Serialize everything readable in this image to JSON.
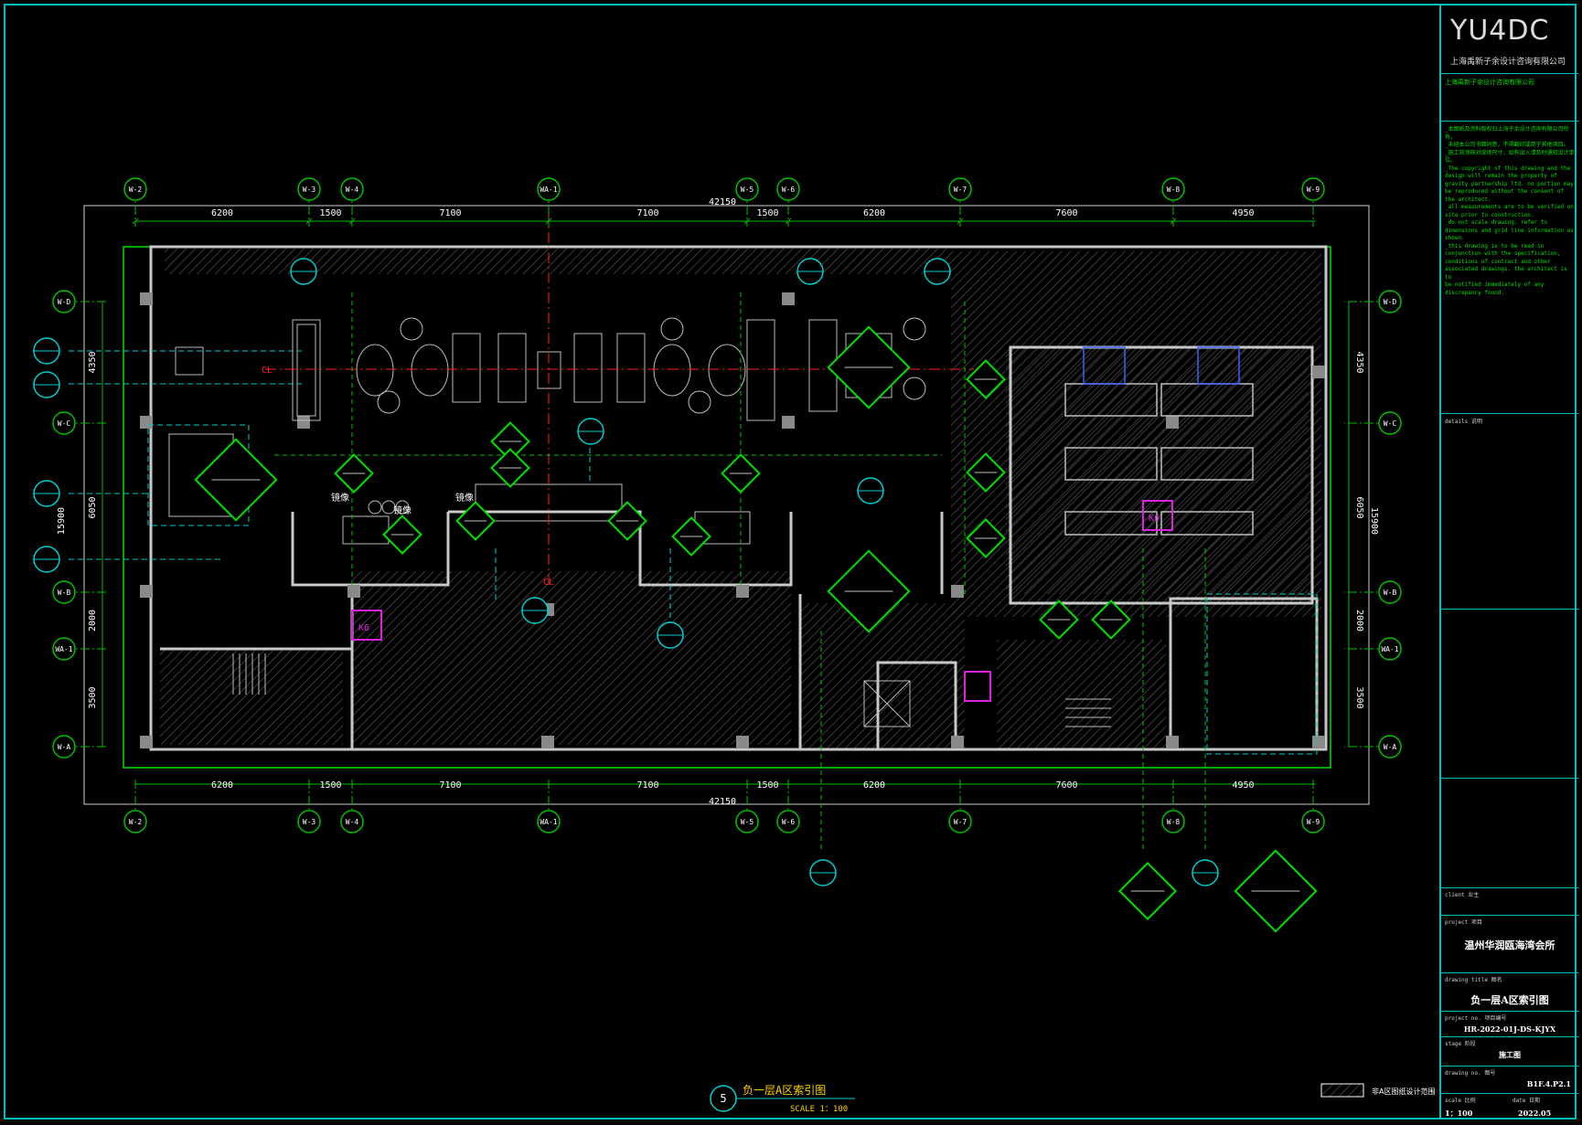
{
  "title_block": {
    "logo": "YU4DC",
    "company_en_sub": "上海禹新子余设计咨询有限公司",
    "company": "上海禹新子余设计咨询有限公司",
    "notes": [
      "_本图纸及资料版权归上海子余设计咨询有限公司所有，",
      "_未经本公司书面同意，不得翻印或用于其他项目。",
      "_施工前须核对现场尺寸，如有出入请及时通知设计单位。",
      "_The copyright of this drawing and the",
      "design will remain the property of",
      "gravity partnership ltd. no portion may",
      "be reproduced without the consent of",
      "the architect.",
      "_all measurements are to be verified on",
      "site prior to construction.",
      "_do not scale drawing. refer to",
      "dimensions and grid line information as",
      "shown.",
      "_this drawing is to be read in",
      "conjunction with the specification,",
      "conditions of contract and other",
      "associated drawings. the architect is to",
      "be notified immediately of any",
      "discrepancy found."
    ],
    "details_label": "details  说明",
    "client_label": "client  业主",
    "project_label": "project  项目",
    "project_name": "温州华润瓯海湾会所",
    "drawing_title_label": "drawing title  图名",
    "drawing_title": "负一层A区索引图",
    "project_no_label": "project no.  项目编号",
    "project_no": "HR-2022-01J-DS-KJYX",
    "stage_label": "stage  阶段",
    "stage": "施工图",
    "drawing_no_label": "drawing no.  图号",
    "drawing_no": "B1F.4.P2.1",
    "scale_label": "scale  比例",
    "scale": "1：100",
    "date_label": "date  日期",
    "date": "2022.05",
    "legend_text": "非A区图纸设计范围"
  },
  "footer": {
    "circle_num": "5",
    "title": "负一层A区索引图",
    "scale": "SCALE 1：100"
  },
  "grids_top": [
    "W-2",
    "W-3",
    "W-4",
    "WA-1",
    "W-5",
    "W-6",
    "W-7",
    "W-8",
    "W-9"
  ],
  "grids_side": [
    "W-D",
    "W-C",
    "W-B",
    "WA-1",
    "W-A"
  ],
  "dims_top": [
    "6200",
    "1500",
    "7100",
    "7100",
    "1500",
    "6200",
    "7600",
    "4950"
  ],
  "dim_total": "42150",
  "dims_left": [
    "4350",
    "6050",
    "2000",
    "3500"
  ],
  "dim_total_side": "15900",
  "room_labels": [
    "镜像",
    "镜像",
    "镜像"
  ],
  "tags": [
    "K6",
    "K6"
  ],
  "cl": "CL"
}
